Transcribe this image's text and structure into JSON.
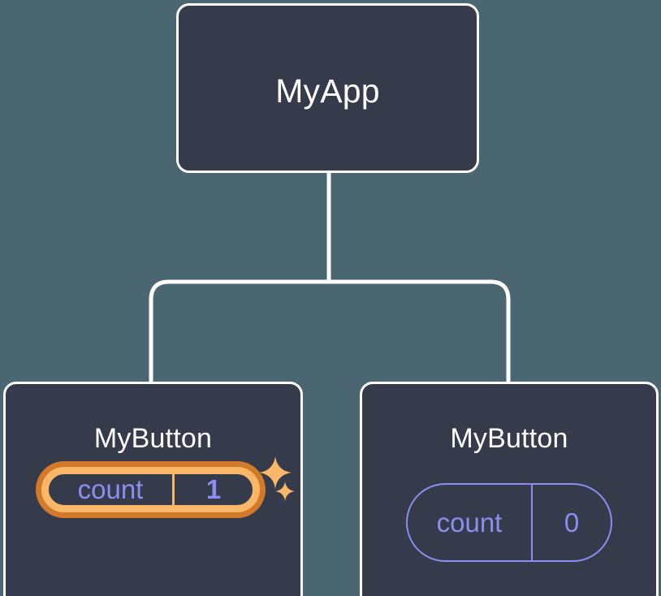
{
  "diagram": {
    "title": "React component tree with state",
    "type": "component-tree",
    "background_color": "#4a6670",
    "node_fill_color": "#353b4a",
    "node_border_color": "#ffffff",
    "connector_color": "#ffffff",
    "state_text_color": "#8b8ef0",
    "highlight_inner_color": "#f9b767",
    "highlight_outer_color": "#d2792a",
    "sparkle_color": "#f9b767"
  },
  "root": {
    "label": "MyApp"
  },
  "children": [
    {
      "label": "MyButton",
      "state": {
        "key": "count",
        "value": "1"
      },
      "highlighted": true,
      "sparkles": [
        {
          "name": "sparkle-large-icon"
        },
        {
          "name": "sparkle-small-icon"
        }
      ]
    },
    {
      "label": "MyButton",
      "state": {
        "key": "count",
        "value": "0"
      },
      "highlighted": false
    }
  ]
}
